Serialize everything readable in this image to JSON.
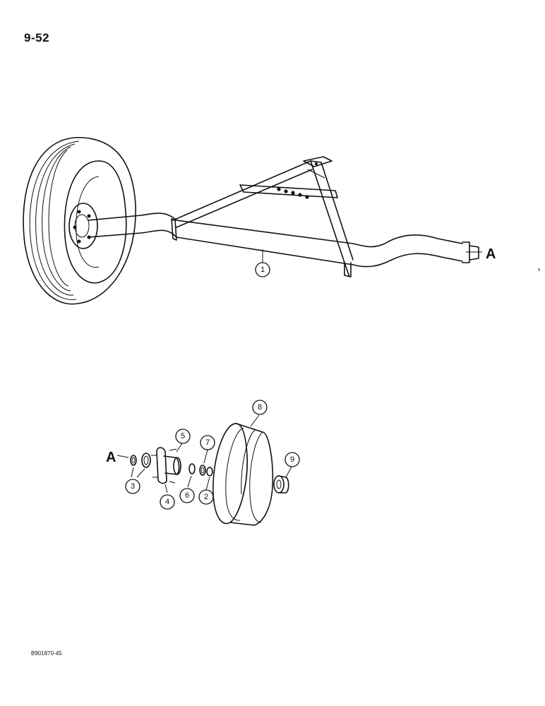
{
  "page_number": "9-52",
  "reference_code": "B901870-45",
  "section_marker": "A",
  "callouts": {
    "axle": "1",
    "hub_rim": "8",
    "dust_cap": "9",
    "hub": "4",
    "wheel_stud": "5",
    "outer_bearing": "7",
    "inner_bearing_seal": "3",
    "race": "6",
    "nut": "2"
  }
}
